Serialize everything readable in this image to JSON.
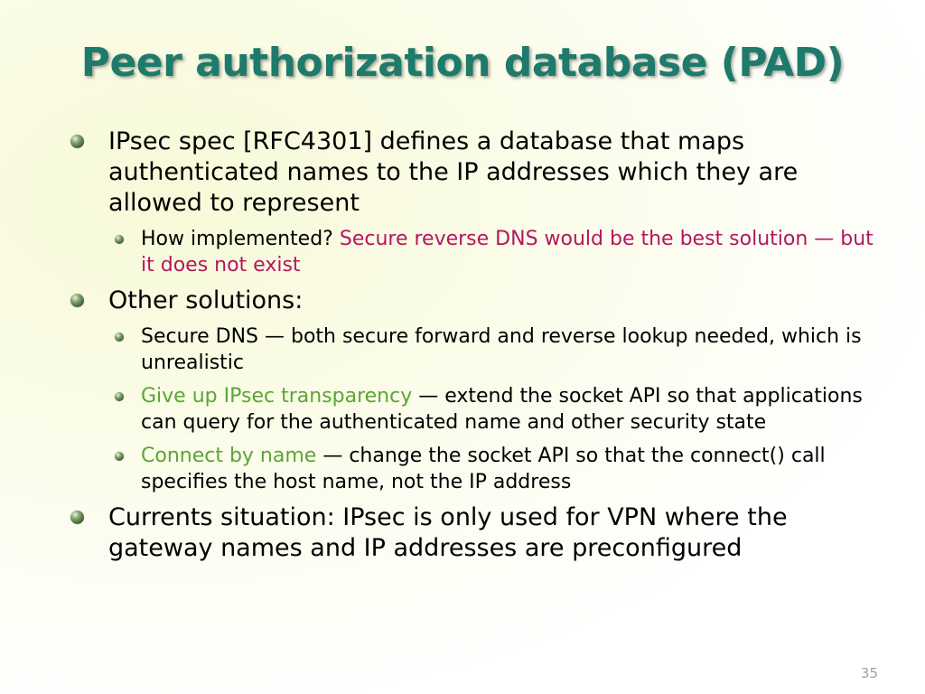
{
  "slide": {
    "title": "Peer authorization database (PAD)",
    "page_number": "35",
    "bullets": [
      {
        "text": "IPsec spec [RFC4301] defines a database that maps authenticated names to the IP addresses which they are allowed to represent",
        "sub": [
          {
            "text": "How implemented?",
            "highlight": "Secure reverse DNS would be the best solution — but it does not exist"
          }
        ]
      },
      {
        "text": "Other solutions:",
        "sub": [
          {
            "text": "Secure DNS — both secure forward and reverse lookup needed, which is unrealistic"
          },
          {
            "highlight": "Give up IPsec transparency",
            "text": "— extend the socket API so that applications can query for the authenticated name and other security state"
          },
          {
            "highlight": "Connect by name",
            "text": "— change the socket API so that the connect() call specifies the host name, not the IP address"
          }
        ]
      },
      {
        "text": "Currents situation: IPsec is only used for VPN where the gateway names and IP addresses are preconfigured"
      }
    ]
  },
  "colors": {
    "title": "#1e7a6a",
    "red_highlight": "#b3175f",
    "green_highlight": "#5aa632",
    "page_number": "#a0a0a0"
  }
}
